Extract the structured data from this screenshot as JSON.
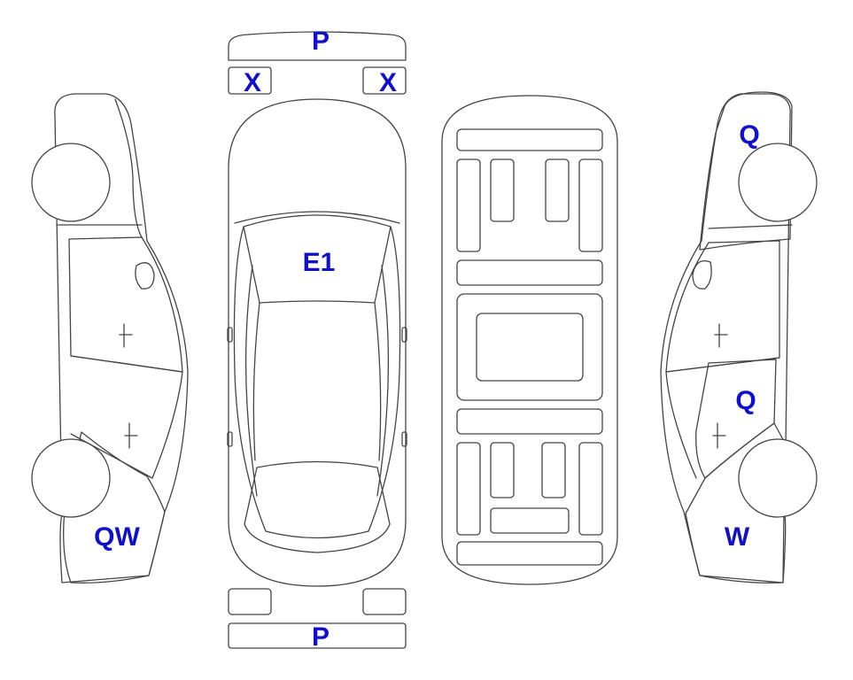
{
  "colors": {
    "damage": "#f5a623",
    "light": "#dff3fb",
    "label": "#1010cc",
    "outline": "#444444",
    "background": "#ffffff"
  },
  "labels": {
    "front_bumper": "P",
    "rear_bumper": "P",
    "mirror_left": "X",
    "mirror_right": "X",
    "windshield": "E1",
    "left_rear_quarter": "QW",
    "right_front_fender": "Q",
    "right_rear_door": "Q",
    "right_rear_quarter": "W"
  }
}
